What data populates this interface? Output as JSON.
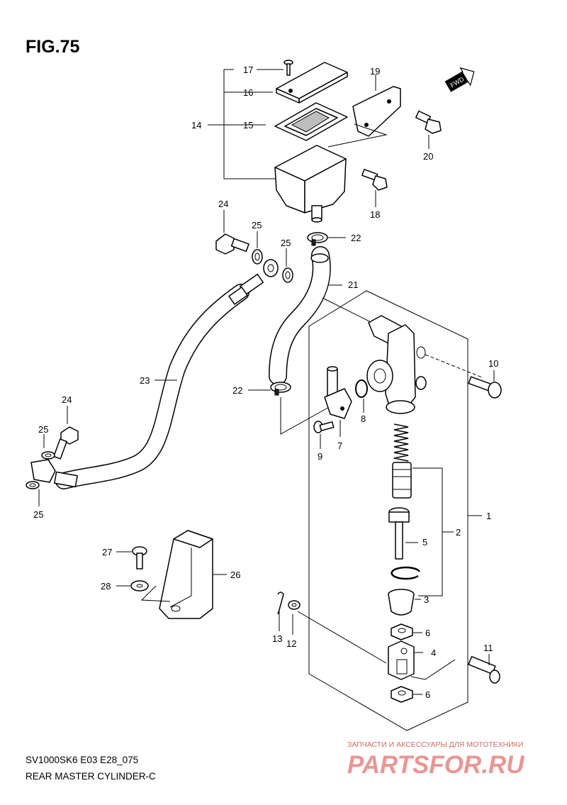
{
  "figure": {
    "title": "FIG.75"
  },
  "fwd_badge": "FWD",
  "callouts": {
    "c1": "1",
    "c2": "2",
    "c3": "3",
    "c4": "4",
    "c5": "5",
    "c6a": "6",
    "c6b": "6",
    "c7": "7",
    "c8": "8",
    "c9": "9",
    "c10": "10",
    "c11": "11",
    "c12": "12",
    "c13": "13",
    "c14": "14",
    "c15": "15",
    "c16": "16",
    "c17": "17",
    "c18": "18",
    "c19": "19",
    "c20": "20",
    "c21": "21",
    "c22a": "22",
    "c22b": "22",
    "c23": "23",
    "c24a": "24",
    "c24b": "24",
    "c25a": "25",
    "c25b": "25",
    "c25c": "25",
    "c25d": "25",
    "c26": "26",
    "c27": "27",
    "c28": "28"
  },
  "footer": {
    "model_code": "SV1000SK6 E03 E28_075",
    "caption": "REAR MASTER CYLINDER-C"
  },
  "watermark": {
    "tagline": "ЗАПЧАСТИ И АКСЕССУАРЫ ДЛЯ МОТОТЕХНИКИ",
    "brand": "PARTSFOR.RU",
    "color": "#c0392b"
  }
}
